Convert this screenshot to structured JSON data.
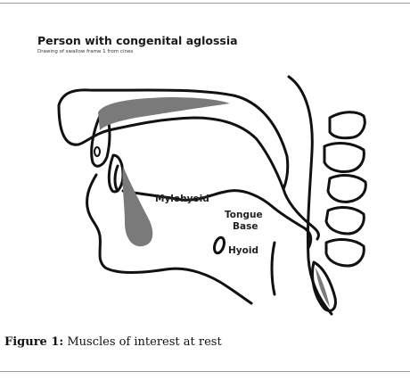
{
  "figure": {
    "title": "Person with congenital aglossia",
    "subtitle": "Drawing of swallow frame 1 from cines",
    "labels": {
      "mylohyoid": "Mylohyoid",
      "tongue_line1": "Tongue",
      "tongue_line2": "Base",
      "hyoid": "Hyoid"
    }
  },
  "caption": {
    "number": "Figure 1:",
    "text": " Muscles of interest at rest"
  }
}
